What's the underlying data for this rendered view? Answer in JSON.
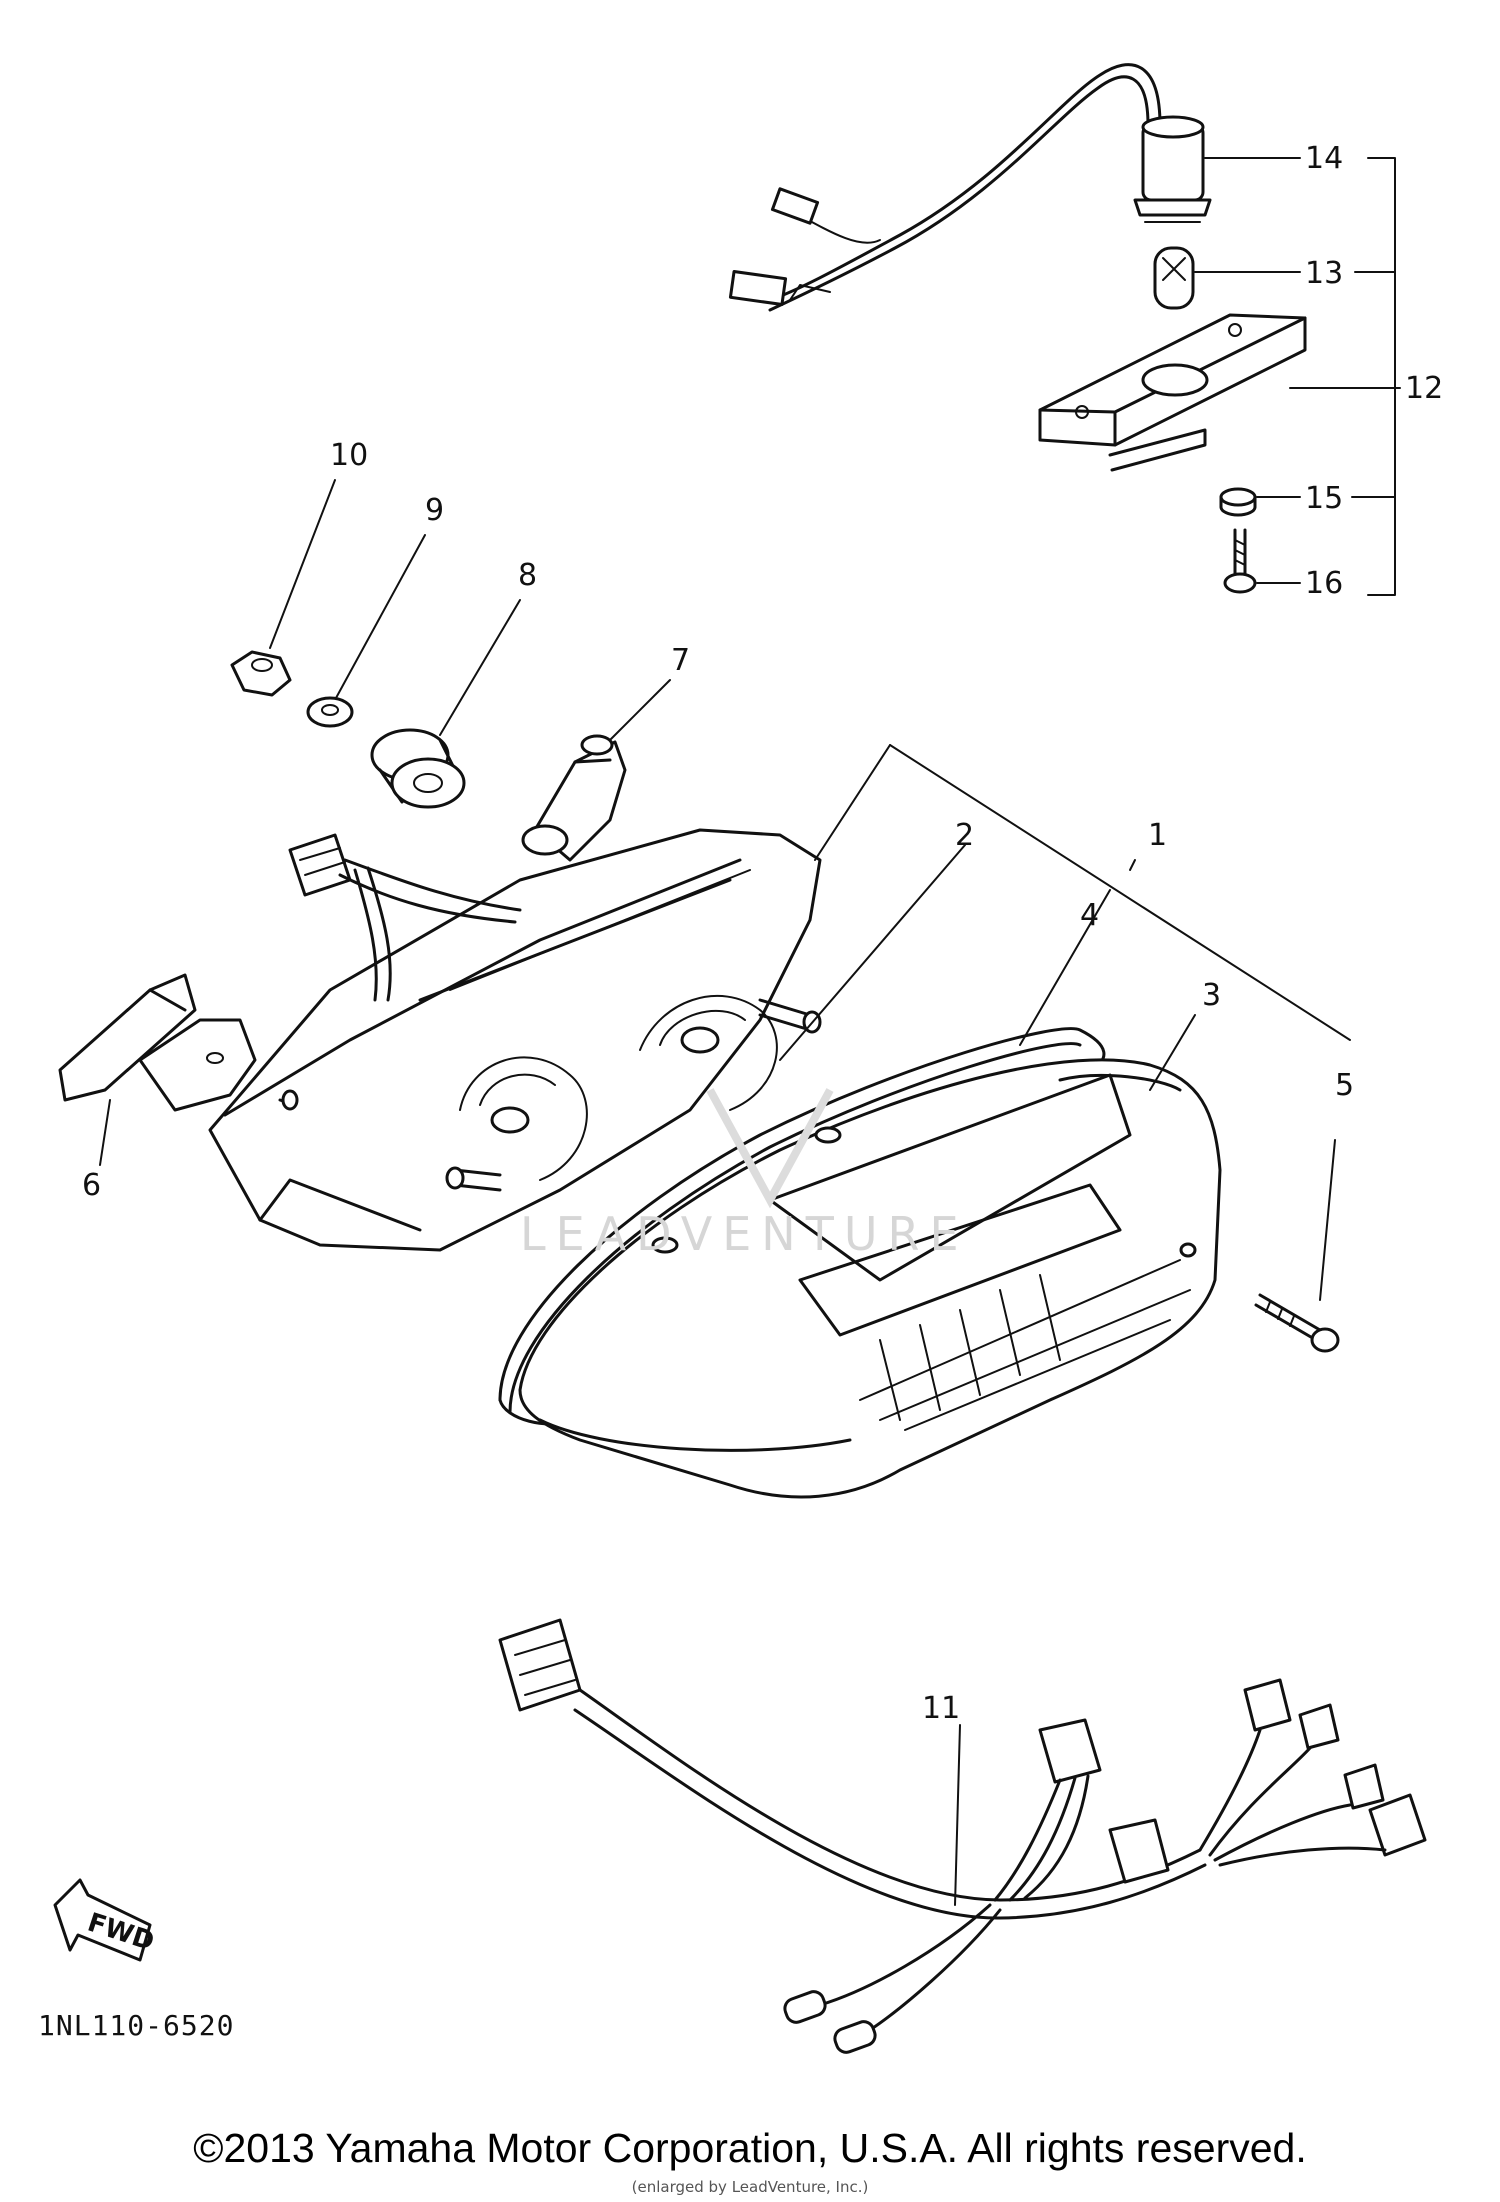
{
  "diagram": {
    "ref_code": "1NL110-6520",
    "fwd_label": "FWD",
    "watermark": "LEADVENTURE",
    "copyright": "©2013 Yamaha Motor Corporation, U.S.A. All rights reserved.",
    "credit": "(enlarged by LeadVenture, Inc.)",
    "callouts": [
      "1",
      "2",
      "3",
      "4",
      "5",
      "6",
      "7",
      "8",
      "9",
      "10",
      "11",
      "12",
      "13",
      "14",
      "15",
      "16"
    ]
  }
}
